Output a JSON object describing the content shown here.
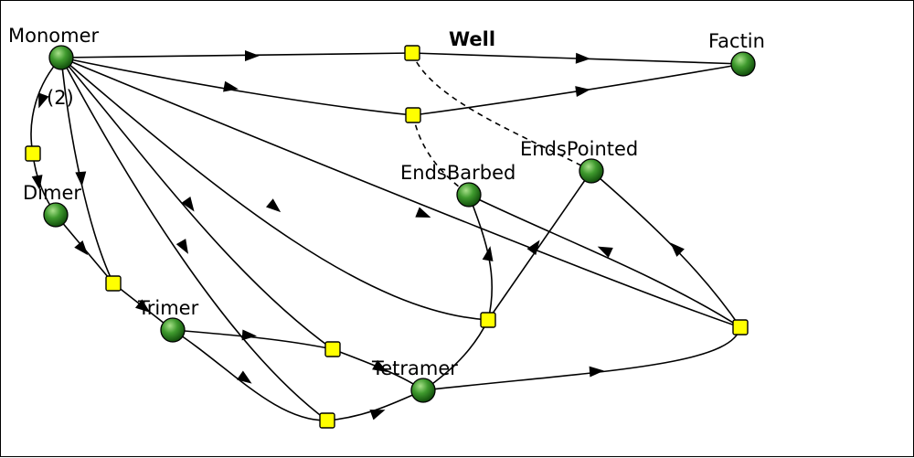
{
  "title": "Well",
  "colors": {
    "species_highlight": "#a8e08a",
    "species_mid": "#3f9a2e",
    "species_dark": "#0f4a0a",
    "reaction_fill": "#ffff00",
    "edge": "#000000"
  },
  "species": [
    {
      "id": "monomer",
      "label": "Monomer",
      "icon": "green-sphere-node"
    },
    {
      "id": "dimer",
      "label": "Dimer",
      "icon": "green-sphere-node"
    },
    {
      "id": "trimer",
      "label": "Trimer",
      "icon": "green-sphere-node"
    },
    {
      "id": "tetramer",
      "label": "Tetramer",
      "icon": "green-sphere-node"
    },
    {
      "id": "factin",
      "label": "Factin",
      "icon": "green-sphere-node"
    },
    {
      "id": "endsbarbed",
      "label": "EndsBarbed",
      "icon": "green-sphere-node"
    },
    {
      "id": "endspointed",
      "label": "EndsPointed",
      "icon": "green-sphere-node"
    }
  ],
  "reactions": [
    {
      "id": "r_dimerization",
      "icon": "yellow-square-reaction"
    },
    {
      "id": "r_trimerization",
      "icon": "yellow-square-reaction"
    },
    {
      "id": "r_tetra_a",
      "icon": "yellow-square-reaction"
    },
    {
      "id": "r_tetra_b",
      "icon": "yellow-square-reaction"
    },
    {
      "id": "r_top",
      "icon": "yellow-square-reaction"
    },
    {
      "id": "r_mid",
      "icon": "yellow-square-reaction"
    },
    {
      "id": "r_center",
      "icon": "yellow-square-reaction"
    },
    {
      "id": "r_right",
      "icon": "yellow-square-reaction"
    }
  ],
  "edge_labels": {
    "monomer_dimer_stoich": "(2)"
  }
}
